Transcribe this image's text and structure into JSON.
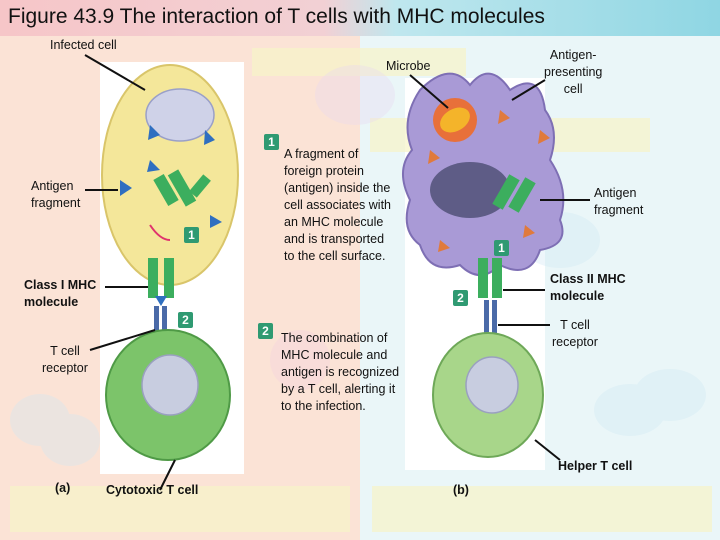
{
  "title": "Figure 43.9 The interaction of T cells with MHC molecules",
  "left": {
    "infected_cell": "Infected cell",
    "antigen_fragment": [
      "Antigen",
      "fragment"
    ],
    "class1_mhc": [
      "Class I MHC",
      "molecule"
    ],
    "t_cell_receptor": [
      "T cell",
      "receptor"
    ],
    "panel_letter": "(a)",
    "cytotoxic": "Cytotoxic T cell"
  },
  "right": {
    "microbe": "Microbe",
    "apc": [
      "Antigen-",
      "presenting",
      "cell"
    ],
    "antigen_fragment": [
      "Antigen",
      "fragment"
    ],
    "class2_mhc": [
      "Class II MHC",
      "molecule"
    ],
    "t_cell_receptor": [
      "T cell",
      "receptor"
    ],
    "helper": "Helper T cell",
    "panel_letter": "(b)"
  },
  "steps": {
    "one": "1",
    "two": "2",
    "step1_text": [
      "A fragment of",
      "foreign protein",
      "(antigen) inside the",
      "cell associates with",
      "an MHC molecule",
      "and is transported",
      "to the cell surface."
    ],
    "step2_text": [
      "The combination of",
      "MHC molecule and",
      "antigen is recognized",
      "by a T cell, alerting it",
      "to the infection."
    ]
  },
  "colors": {
    "cell_yellow": "#f4e79a",
    "t_cell_green": "#7cc46a",
    "apc_purple": "#a99ad6",
    "mhc_green": "#3cae5e",
    "antigen_blue": "#2f6fc0",
    "antigen_orange": "#e07a3c"
  }
}
